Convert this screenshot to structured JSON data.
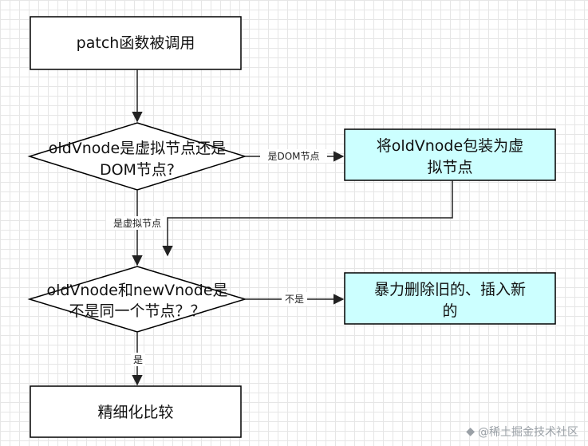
{
  "nodes": {
    "patch": "patch函数被调用",
    "decision1": [
      "oldVnode是虚拟节点还是",
      "DOM节点?"
    ],
    "wrap": [
      "将oldVnode包装为虚",
      "拟节点"
    ],
    "decision2": [
      "oldVnode和newVnode是",
      "不是同一个节点？？"
    ],
    "replace": [
      "暴力删除旧的、插入新",
      "的"
    ],
    "compare": "精细化比较"
  },
  "edges": {
    "dom_label": "是DOM节点",
    "virtual_label": "是虚拟节点",
    "not_same_label": "不是",
    "same_label": "是"
  },
  "colors": {
    "cyan_fill": "#ccffff",
    "stroke": "#000000"
  },
  "watermark": {
    "icon": "juejin-logo-icon",
    "text": "@稀土掘金技术社区"
  }
}
